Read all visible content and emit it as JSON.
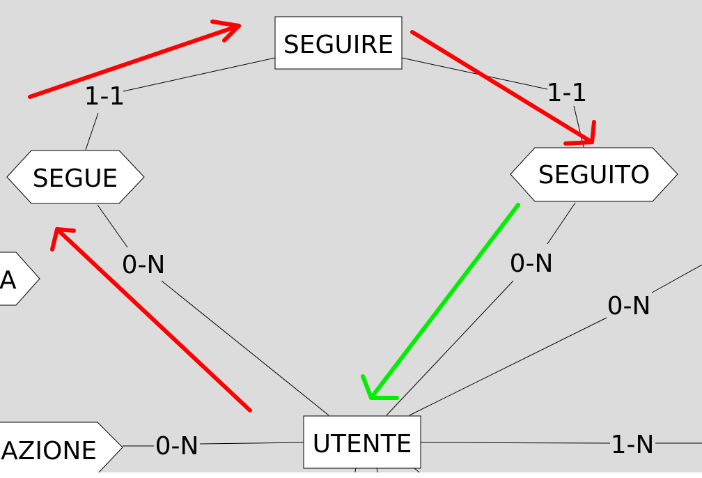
{
  "diagram": {
    "entities": [
      {
        "id": "seguire",
        "label": "SEGUIRE"
      },
      {
        "id": "utente",
        "label": "UTENTE"
      }
    ],
    "relationships": [
      {
        "id": "segue",
        "label": "SEGUE"
      },
      {
        "id": "seguito",
        "label": "SEGUITO"
      },
      {
        "id": "partial-left",
        "label": "A"
      },
      {
        "id": "partial-bottom-left",
        "label": "AZIONE"
      }
    ],
    "cardinalities": {
      "segue_seguire": "1-1",
      "seguire_seguito": "1-1",
      "segue_utente": "0-N",
      "seguito_utente": "0-N",
      "utente_right_upper": "0-N",
      "utente_bottom_left": "0-N",
      "utente_right": "1-N"
    },
    "annotation_colors": {
      "red_arrow": "#ff0000",
      "green_arrow": "#00ee00"
    }
  }
}
